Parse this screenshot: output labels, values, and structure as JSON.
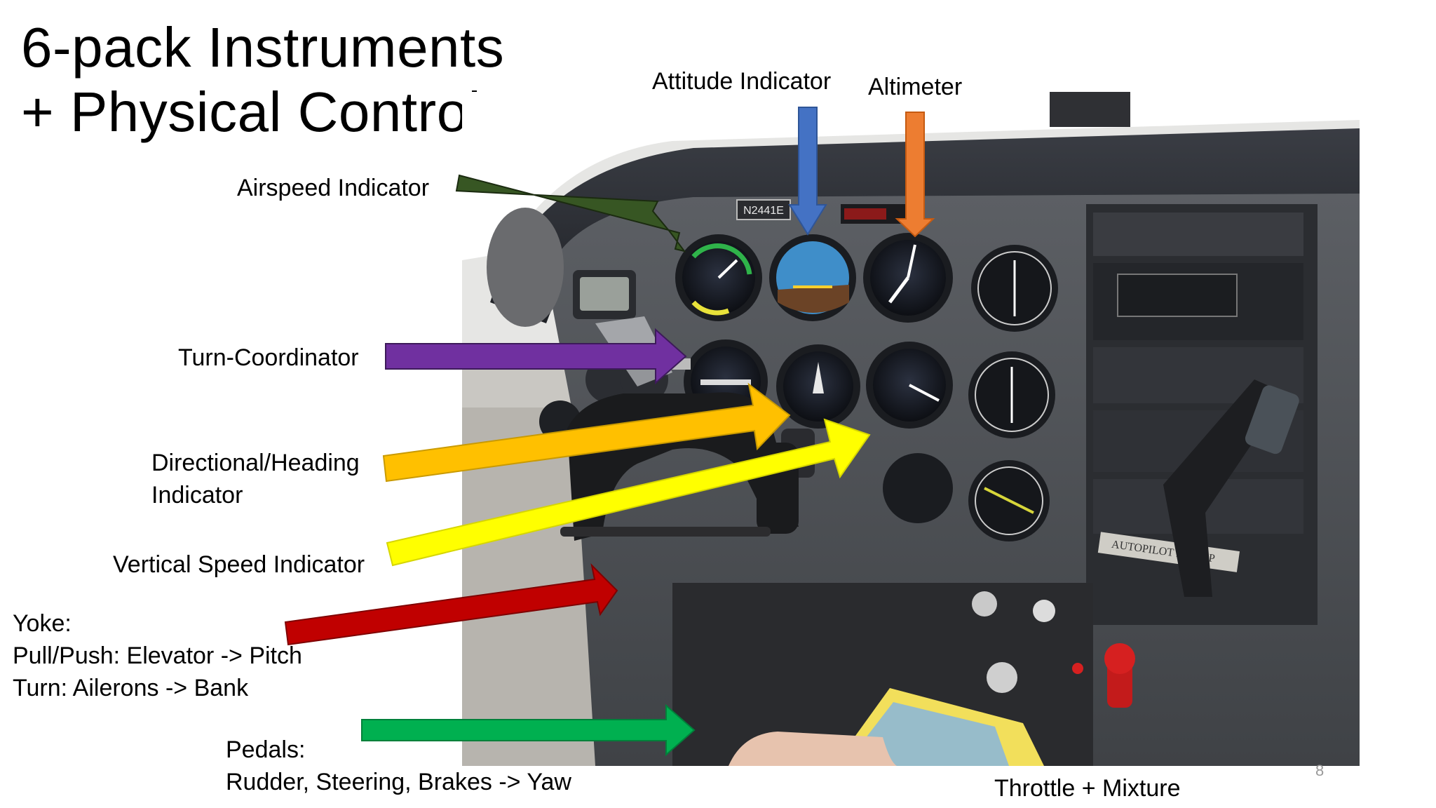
{
  "slide": {
    "title_line1": "6-pack Instruments",
    "title_line2": "+ Physical Controls",
    "page_number": "8"
  },
  "labels": {
    "attitude": "Attitude Indicator",
    "altimeter": "Altimeter",
    "airspeed": "Airspeed Indicator",
    "turn": "Turn-Coordinator",
    "heading_line1": "Directional/Heading",
    "heading_line2": "Indicator",
    "vsi": "Vertical Speed Indicator",
    "yoke_line1": "Yoke:",
    "yoke_line2": "Pull/Push: Elevator -> Pitch",
    "yoke_line3": "Turn: Ailerons -> Bank",
    "pedals_line1": "Pedals:",
    "pedals_line2": "Rudder, Steering, Brakes -> Yaw",
    "throttle": "Throttle + Mixture"
  },
  "photo": {
    "tail_number": "N2441E",
    "placard": "AUTOPILOT IS INOP"
  },
  "arrow_colors": {
    "airspeed": "#375623",
    "attitude": "#4472C4",
    "altimeter": "#ED7D31",
    "turn": "#7030A0",
    "heading": "#FFC000",
    "vsi": "#FFFF00",
    "yoke": "#C00000",
    "pedals": "#00B050"
  }
}
